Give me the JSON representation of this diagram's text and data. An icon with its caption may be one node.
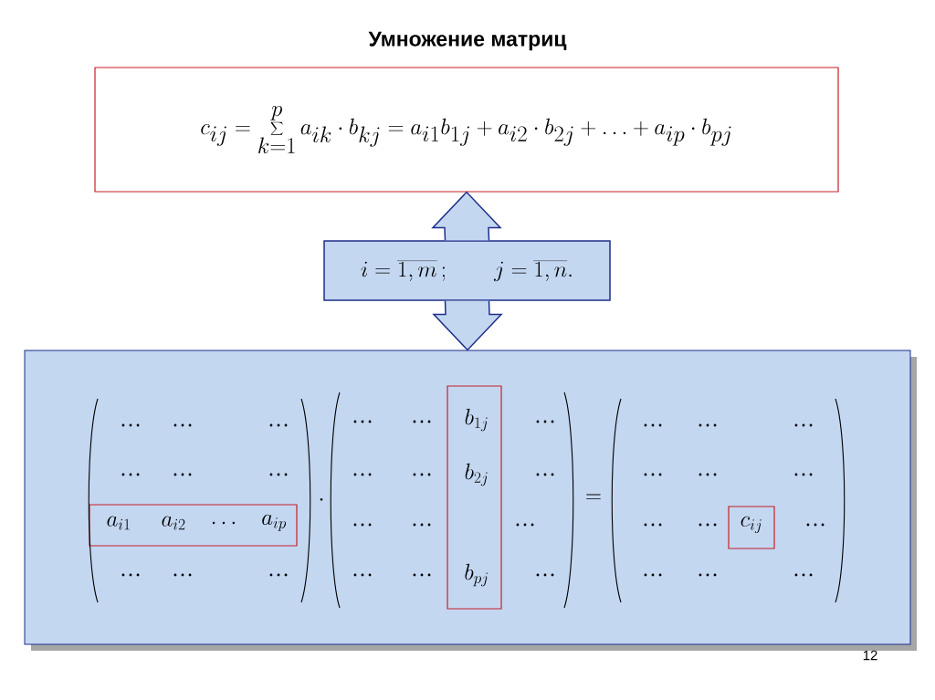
{
  "diagram": {
    "title": "Умножение матриц",
    "nodes": [
      {
        "text": [
          "c_{ij}=\\sum_{k=1}^{p} a_{ik}\\cdot b_{kj}=a_{i1}b_{1j}+a_{i2}\\cdot b_{2j}+\\ldots+a_{ip}\\cdot b_{pj}"
        ]
      },
      {
        "text": [
          "i=\\overline{1,m}\\,;\\qquad j=\\overline{1,n}."
        ]
      },
      {
        "text": [],
        "shape": "box"
      },
      {
        "text": [
          "a_{i1}",
          "a_{i2}",
          "\\ldots",
          "a_{ip}"
        ],
        "in": 2
      },
      {
        "text": [
          "b_{1j}",
          "b_{2j}",
          "b_{pj}"
        ],
        "in": 2
      },
      {
        "text": [
          "c_{ij}"
        ],
        "in": 2
      }
    ],
    "edges": [
      {
        "from": 1,
        "to": 0,
        "arrow": "to"
      },
      {
        "from": 1,
        "to": 2,
        "arrow": "to"
      }
    ],
    "labels": [
      "…",
      "…",
      "…",
      "…",
      "…",
      "…",
      "…",
      "…",
      "…",
      "\\cdot",
      "…",
      "…",
      "…",
      "…",
      "…",
      "…",
      "…",
      "…",
      "…",
      "…",
      "…",
      "…",
      "=",
      "…",
      "…",
      "…",
      "…",
      "…",
      "…",
      "…",
      "…",
      "…",
      "…",
      "…",
      "…",
      "12"
    ]
  }
}
